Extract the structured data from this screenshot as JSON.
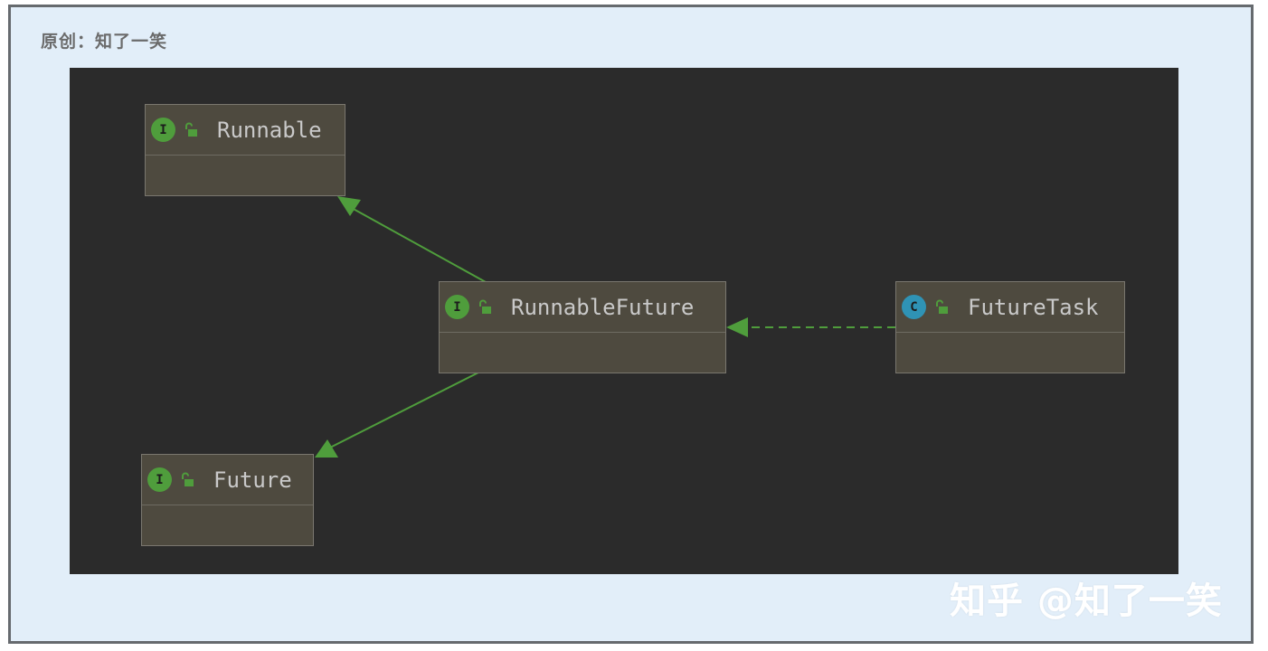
{
  "header": {
    "text": "原创：知了一笑"
  },
  "watermark": {
    "text": "知乎 @知了一笑"
  },
  "colors": {
    "canvas_bg": "#2b2b2b",
    "node_bg": "#4e4a3f",
    "interface_badge": "#4f9d3c",
    "class_badge": "#2f93b5",
    "edge": "#4f9d3c",
    "frame_bg": "#e2eef9"
  },
  "diagram": {
    "nodes": [
      {
        "id": "runnable",
        "name": "Runnable",
        "kind": "interface",
        "badge": "I",
        "lock_icon": "unlocked-padlock-icon"
      },
      {
        "id": "runnable-future",
        "name": "RunnableFuture",
        "kind": "interface",
        "badge": "I",
        "lock_icon": "unlocked-padlock-icon"
      },
      {
        "id": "future-task",
        "name": "FutureTask",
        "kind": "class",
        "badge": "C",
        "lock_icon": "unlocked-padlock-icon"
      },
      {
        "id": "future",
        "name": "Future",
        "kind": "interface",
        "badge": "I",
        "lock_icon": "unlocked-padlock-icon"
      }
    ],
    "edges": [
      {
        "from": "runnable-future",
        "to": "runnable",
        "relation": "extends",
        "style": "solid"
      },
      {
        "from": "runnable-future",
        "to": "future",
        "relation": "extends",
        "style": "solid"
      },
      {
        "from": "future-task",
        "to": "runnable-future",
        "relation": "implements",
        "style": "dashed"
      }
    ]
  }
}
